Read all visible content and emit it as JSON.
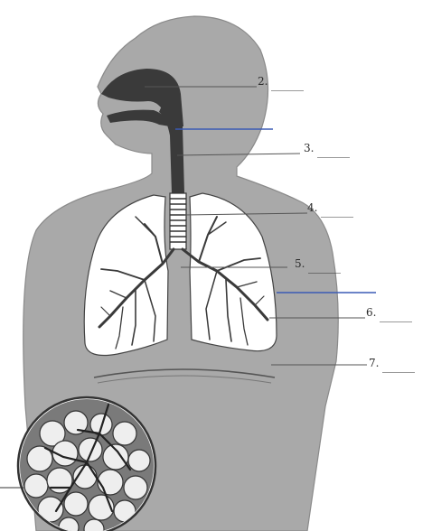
{
  "labels": [
    {
      "number": "2.",
      "blank": "______"
    },
    {
      "number": "3.",
      "blank": "______"
    },
    {
      "number": "4.",
      "blank": "______"
    },
    {
      "number": "5.",
      "blank": "______"
    },
    {
      "number": "6.",
      "blank": "______"
    },
    {
      "number": "7.",
      "blank": "______"
    }
  ],
  "colors": {
    "body": "#a9a9a9",
    "body_outline": "#8a8a8a",
    "airway": "#3a3a3a",
    "lung": "#ffffff",
    "bronchi": "#3a3a3a",
    "pointer_lines": "#555555",
    "blue_lines": "#3b5bb5"
  }
}
